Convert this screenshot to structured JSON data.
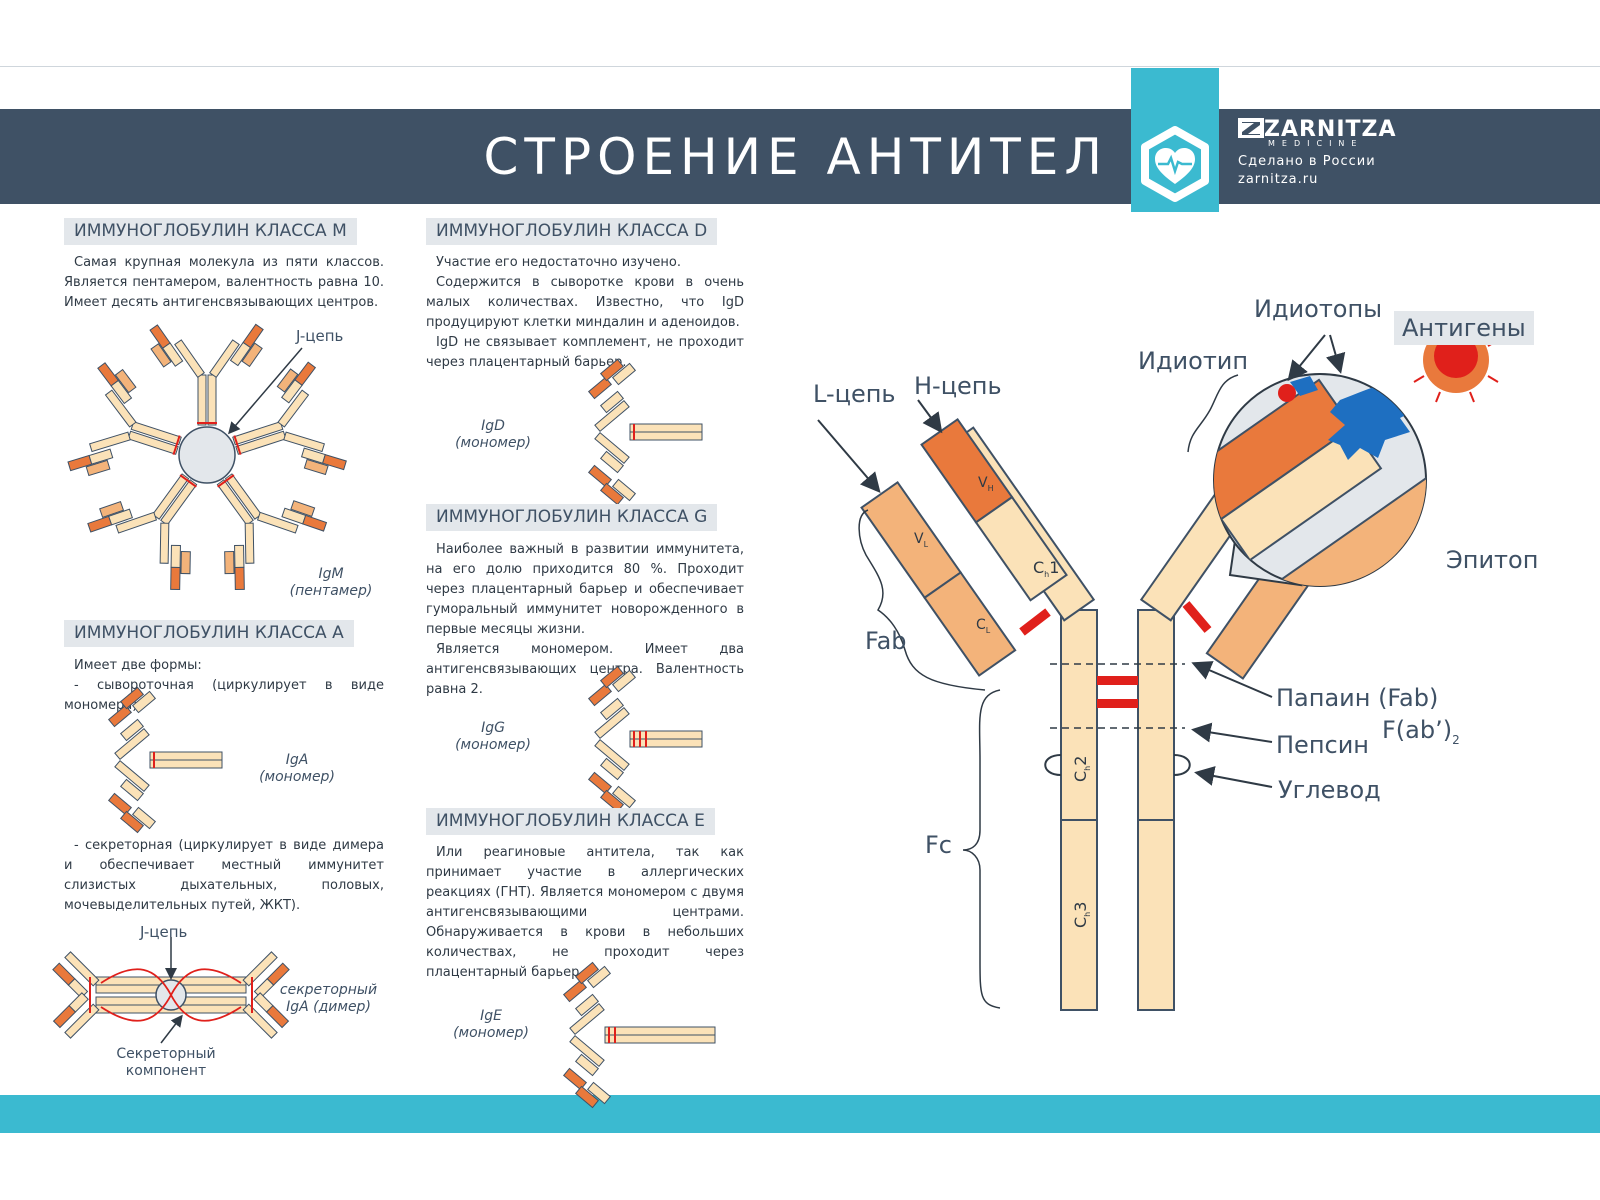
{
  "header": {
    "title": "СТРОЕНИЕ АНТИТЕЛ",
    "brand": "ZARNITZA",
    "brand_sub": "MEDICINE",
    "made_in": "Сделано в России",
    "site": "zarnitza.ru"
  },
  "sections": {
    "igm": {
      "title": "ИММУНОГЛОБУЛИН КЛАССА M",
      "text": "Самая крупная молекула из пяти классов. Является пентамером, валентность равна 10. Имеет десять антигенсвязывающих центров.",
      "jchain": "J-цепь",
      "caption_1": "IgM",
      "caption_2": "(пентамер)"
    },
    "iga": {
      "title": "ИММУНОГЛОБУЛИН КЛАССА A",
      "text_1": "Имеет две формы:",
      "text_2": "- сывороточная (циркулирует в виде мономера);",
      "caption_1": "IgA",
      "caption_2": "(мономер)",
      "text_3": "- секреторная (циркулирует в виде димера и обеспечивает местный иммунитет слизистых дыхательных, половых, мочевыделительных путей, ЖКТ).",
      "jchain": "J-цепь",
      "dimer_1": "секреторный",
      "dimer_2": "IgA (димер)",
      "component_1": "Секреторный",
      "component_2": "компонент"
    },
    "igd": {
      "title": "ИММУНОГЛОБУЛИН КЛАССА D",
      "p1": "Участие его недостаточно изучено.",
      "p2": "Содержится в сыворотке крови в очень малых количествах. Известно, что IgD продуцируют клетки миндалин и аденоидов.",
      "p3": "IgD не связывает комплемент, не проходит через плацентарный барьер.",
      "caption_1": "IgD",
      "caption_2": "(мономер)"
    },
    "igg": {
      "title": "ИММУНОГЛОБУЛИН КЛАССА G",
      "p1": "Наиболее важный в развитии иммунитета, на его долю приходится 80 %. Проходит через плацентарный барьер и обеспечивает гуморальный иммунитет новорожденного в первые месяцы жизни.",
      "p2": "Является мономером. Имеет два антигенсвязывающих центра. Валентность равна 2.",
      "caption_1": "IgG",
      "caption_2": "(мономер)"
    },
    "ige": {
      "title": "ИММУНОГЛОБУЛИН КЛАССА E",
      "p1": "Или реагиновые антитела, так как принимает участие в аллергических реакциях (ГНТ). Является мономером с двумя антигенсвязывающими центрами. Обнаруживается в крови в небольших количествах, не проходит через плацентарный барьер.",
      "caption_1": "IgE",
      "caption_2": "(мономер)"
    }
  },
  "diagram": {
    "l_chain": "L-цепь",
    "h_chain": "H-цепь",
    "vl": "V",
    "vl_sub": "L",
    "cl": "C",
    "cl_sub": "L",
    "vh": "V",
    "vh_sub": "H",
    "ch1": "C",
    "ch1_sub": "h",
    "ch1_num": "1",
    "ch2": "C",
    "ch2_sub": "h",
    "ch2_num": "2",
    "ch3": "C",
    "ch3_sub": "h",
    "ch3_num": "3",
    "fab": "Fab",
    "fc": "Fc",
    "idiotopes": "Идиотопы",
    "idiotype": "Идиотип",
    "antigens": "Антигены",
    "epitope": "Эпитоп",
    "papain": "Папаин (Fab)",
    "fab2": "F(ab’)",
    "fab2_sub": "2",
    "pepsin": "Пепсин",
    "carbohydrate": "Углевод"
  },
  "colors": {
    "header": "#3f5165",
    "accent": "#3bbad0",
    "segment_light": "#fbe2b8",
    "segment_mid": "#f3b37a",
    "segment_dark": "#e9793c",
    "bond": "#e0201b",
    "antigen_blue": "#1e6fc1"
  }
}
